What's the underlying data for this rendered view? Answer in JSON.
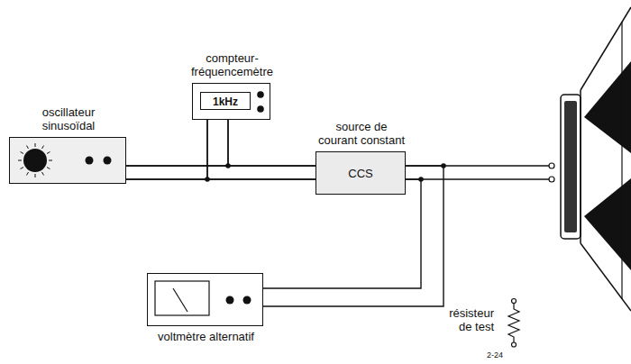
{
  "diagram": {
    "nodes": [
      {
        "text": [
          "compteur- fréquencemètre",
          "1kHz"
        ]
      },
      {
        "text": [
          "oscillateur sinusoïdal"
        ]
      },
      {
        "text": [
          "source de courant constant",
          "CCS"
        ]
      },
      {
        "text": [
          "voltmètre alternatif"
        ]
      }
    ],
    "edges": [
      {
        "from": 1,
        "to": 2,
        "arrow": "none"
      },
      {
        "from": 0,
        "to": 1,
        "arrow": "none"
      },
      {
        "from": 0,
        "to": 2,
        "arrow": "none"
      },
      {
        "from": 3,
        "to": 2,
        "arrow": "none"
      }
    ],
    "labels": [
      "résisteur de test",
      "2-24"
    ]
  }
}
